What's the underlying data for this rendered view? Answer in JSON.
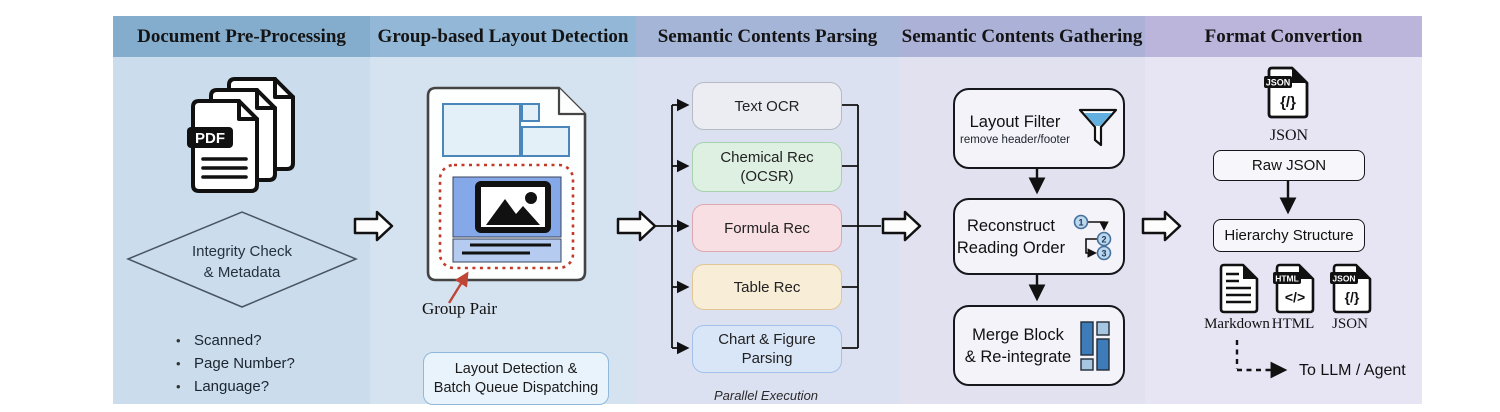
{
  "columns": [
    {
      "title": "Document Pre-Processing",
      "header_color": "#84adcd",
      "body_color": "#cbddec"
    },
    {
      "title": "Group-based Layout Detection",
      "header_color": "#92b7d7",
      "body_color": "#d5e3f1"
    },
    {
      "title": "Semantic Contents Parsing",
      "header_color": "#a5b5d8",
      "body_color": "#dce1f1"
    },
    {
      "title": "Semantic Contents Gathering",
      "header_color": "#acb1d8",
      "body_color": "#e1e1f0"
    },
    {
      "title": "Format Convertion",
      "header_color": "#bbb5dc",
      "body_color": "#e7e4f4"
    }
  ],
  "preprocessing": {
    "pdf_badge": "PDF",
    "diamond": {
      "line1": "Integrity Check",
      "line2": "& Metadata"
    },
    "bullets": [
      "Scanned?",
      "Page Number?",
      "Language?"
    ]
  },
  "layout_detection": {
    "group_pair": "Group Pair",
    "dispatch_box": {
      "line1": "Layout Detection &",
      "line2": "Batch Queue Dispatching"
    },
    "group_box_color": "#c43a2a"
  },
  "parsing": {
    "boxes": [
      {
        "line1": "Text OCR",
        "line2": "",
        "bg": "#ebedf2",
        "border": "#b6bac2"
      },
      {
        "line1": "Chemical Rec",
        "line2": "(OCSR)",
        "bg": "#def0e2",
        "border": "#a6d2ad"
      },
      {
        "line1": "Formula Rec",
        "line2": "",
        "bg": "#f8dfe3",
        "border": "#dfa7b0"
      },
      {
        "line1": "Table Rec",
        "line2": "",
        "bg": "#f8eed7",
        "border": "#dfc795"
      },
      {
        "line1": "Chart & Figure",
        "line2": "Parsing",
        "bg": "#d9e6f8",
        "border": "#a2c0e8"
      }
    ],
    "footnote": "Parallel Execution"
  },
  "gathering": {
    "filter": {
      "title": "Layout Filter",
      "subtitle": "remove header/footer"
    },
    "reconstruct": {
      "line1": "Reconstruct",
      "line2": "Reading Order",
      "steps": [
        "1",
        "2",
        "3"
      ]
    },
    "merge": {
      "line1": "Merge Block",
      "line2": "& Re-integrate"
    },
    "bar_colors": {
      "dark": "#3d7cb8",
      "light": "#a6c6e2"
    }
  },
  "conversion": {
    "source_icon": {
      "badge": "JSON",
      "glyph": "{/}",
      "label": "JSON"
    },
    "raw_json_label": "Raw JSON",
    "hierarchy_label": "Hierarchy Structure",
    "outputs": [
      {
        "label": "Markdown",
        "badge": "",
        "glyph": ""
      },
      {
        "label": "HTML",
        "badge": "HTML",
        "glyph": "</>"
      },
      {
        "label": "JSON",
        "badge": "JSON",
        "glyph": "{/}"
      }
    ],
    "to_llm": "To LLM / Agent"
  }
}
